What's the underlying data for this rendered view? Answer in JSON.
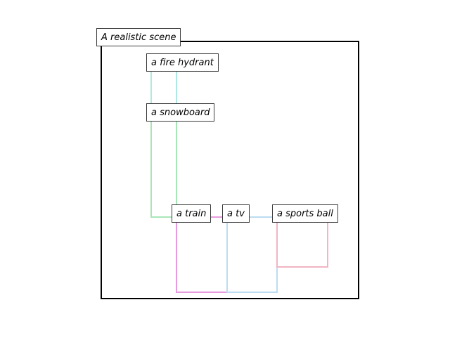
{
  "scene": {
    "title": "A realistic scene",
    "border_color": "#000000"
  },
  "objects": [
    {
      "label": "a fire hydrant",
      "color": "#aee8e4"
    },
    {
      "label": "a snowboard",
      "color": "#a8e6b8"
    },
    {
      "label": "a train",
      "color": "#e89ae0"
    },
    {
      "label": "a tv",
      "color": "#bcdcf0"
    },
    {
      "label": "a sports ball",
      "color": "#f0b4c4"
    }
  ]
}
